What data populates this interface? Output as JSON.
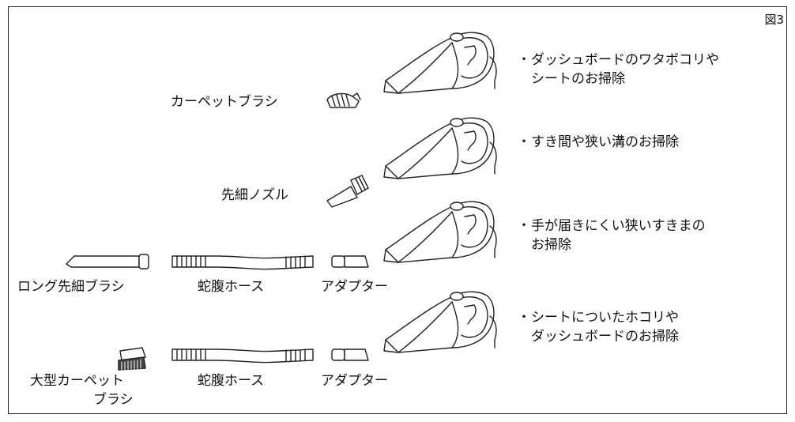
{
  "figure_label": "図3",
  "labels": {
    "carpet_brush": "カーペットブラシ",
    "nozzle": "先細ノズル",
    "long_brush": "ロング先細ブラシ",
    "hose1": "蛇腹ホース",
    "adapter1": "アダプター",
    "large_brush_line1": "大型カーペット",
    "large_brush_line2": "ブラシ",
    "hose2": "蛇腹ホース",
    "adapter2": "アダプター"
  },
  "descriptions": [
    {
      "line1": "ダッシュボードのワタボコリや",
      "line2": "シートのお掃除"
    },
    {
      "line1": "すき間や狭い溝のお掃除",
      "line2": ""
    },
    {
      "line1": "手が届きにくい狭いすきまの",
      "line2": "お掃除"
    },
    {
      "line1": "シートについたホコリや",
      "line2": "ダッシュボードのお掃除"
    }
  ],
  "bullet": "・"
}
